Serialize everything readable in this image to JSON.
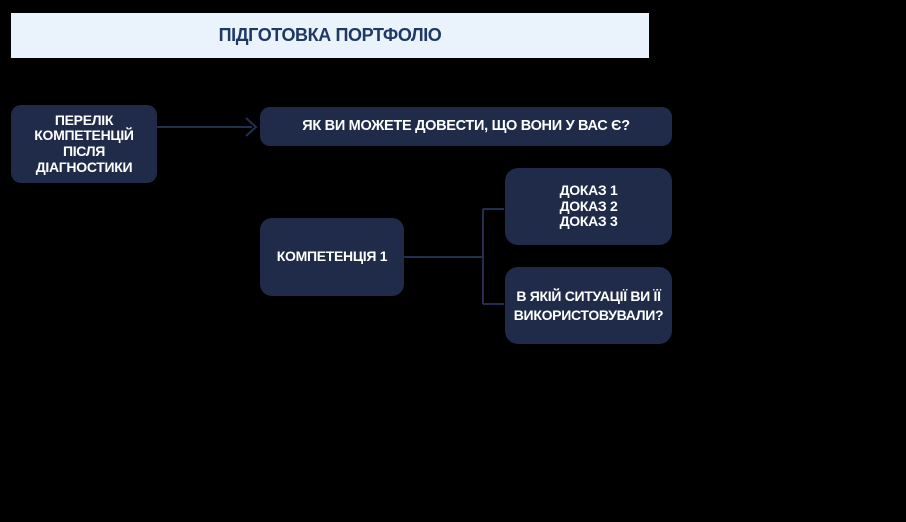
{
  "title": {
    "label": "ПІДГОТОВКА ПОРТФОЛІО"
  },
  "nodes": {
    "competency_list": {
      "lines": [
        "ПЕРЕЛІК",
        "КОМПЕТЕНЦІЙ",
        "ПІСЛЯ",
        "ДІАГНОСТИКИ"
      ]
    },
    "prove_question": {
      "label": "ЯК ВИ МОЖЕТЕ ДОВЕСТИ, ЩО ВОНИ У ВАС Є?"
    },
    "competency_1": {
      "label": "КОМПЕТЕНЦІЯ 1"
    },
    "proofs": {
      "lines": [
        "ДОКАЗ 1",
        "ДОКАЗ 2",
        "ДОКАЗ 3"
      ]
    },
    "situation_question": {
      "lines": [
        "В ЯКІЙ СИТУАЦІЇ ВИ ЇЇ",
        "ВИКОРИСТОВУВАЛИ?"
      ]
    }
  },
  "colors": {
    "canvas_bg": "#000000",
    "title_bg": "#eaf3fb",
    "title_text": "#1f3864",
    "node_bg": "#1f2b48",
    "node_text": "#ffffff",
    "line_color": "#20304e"
  }
}
